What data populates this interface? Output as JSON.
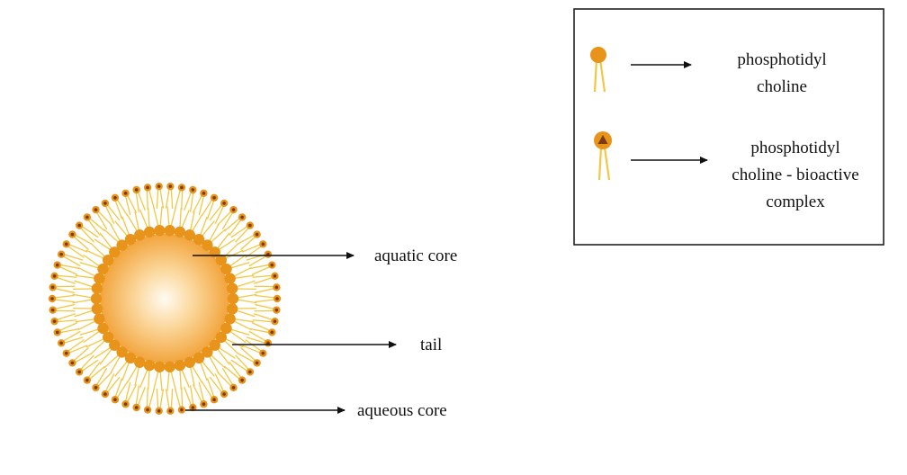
{
  "labels": {
    "aquatic_core": "aquatic core",
    "tail": "tail",
    "aqueous_core": "aqueous core"
  },
  "legend": {
    "item1_lines": [
      "phosphotidyl",
      "choline"
    ],
    "item2_lines": [
      "phosphotidyl",
      "choline - bioactive",
      "complex"
    ]
  },
  "colors": {
    "head": "#e8941a",
    "head_dark": "#b5650e",
    "tail": "#f2c744",
    "core_center": "#fff8e8",
    "core_edge": "#f2a43c",
    "complex_marker": "#7a3a12",
    "arrow": "#111111"
  }
}
